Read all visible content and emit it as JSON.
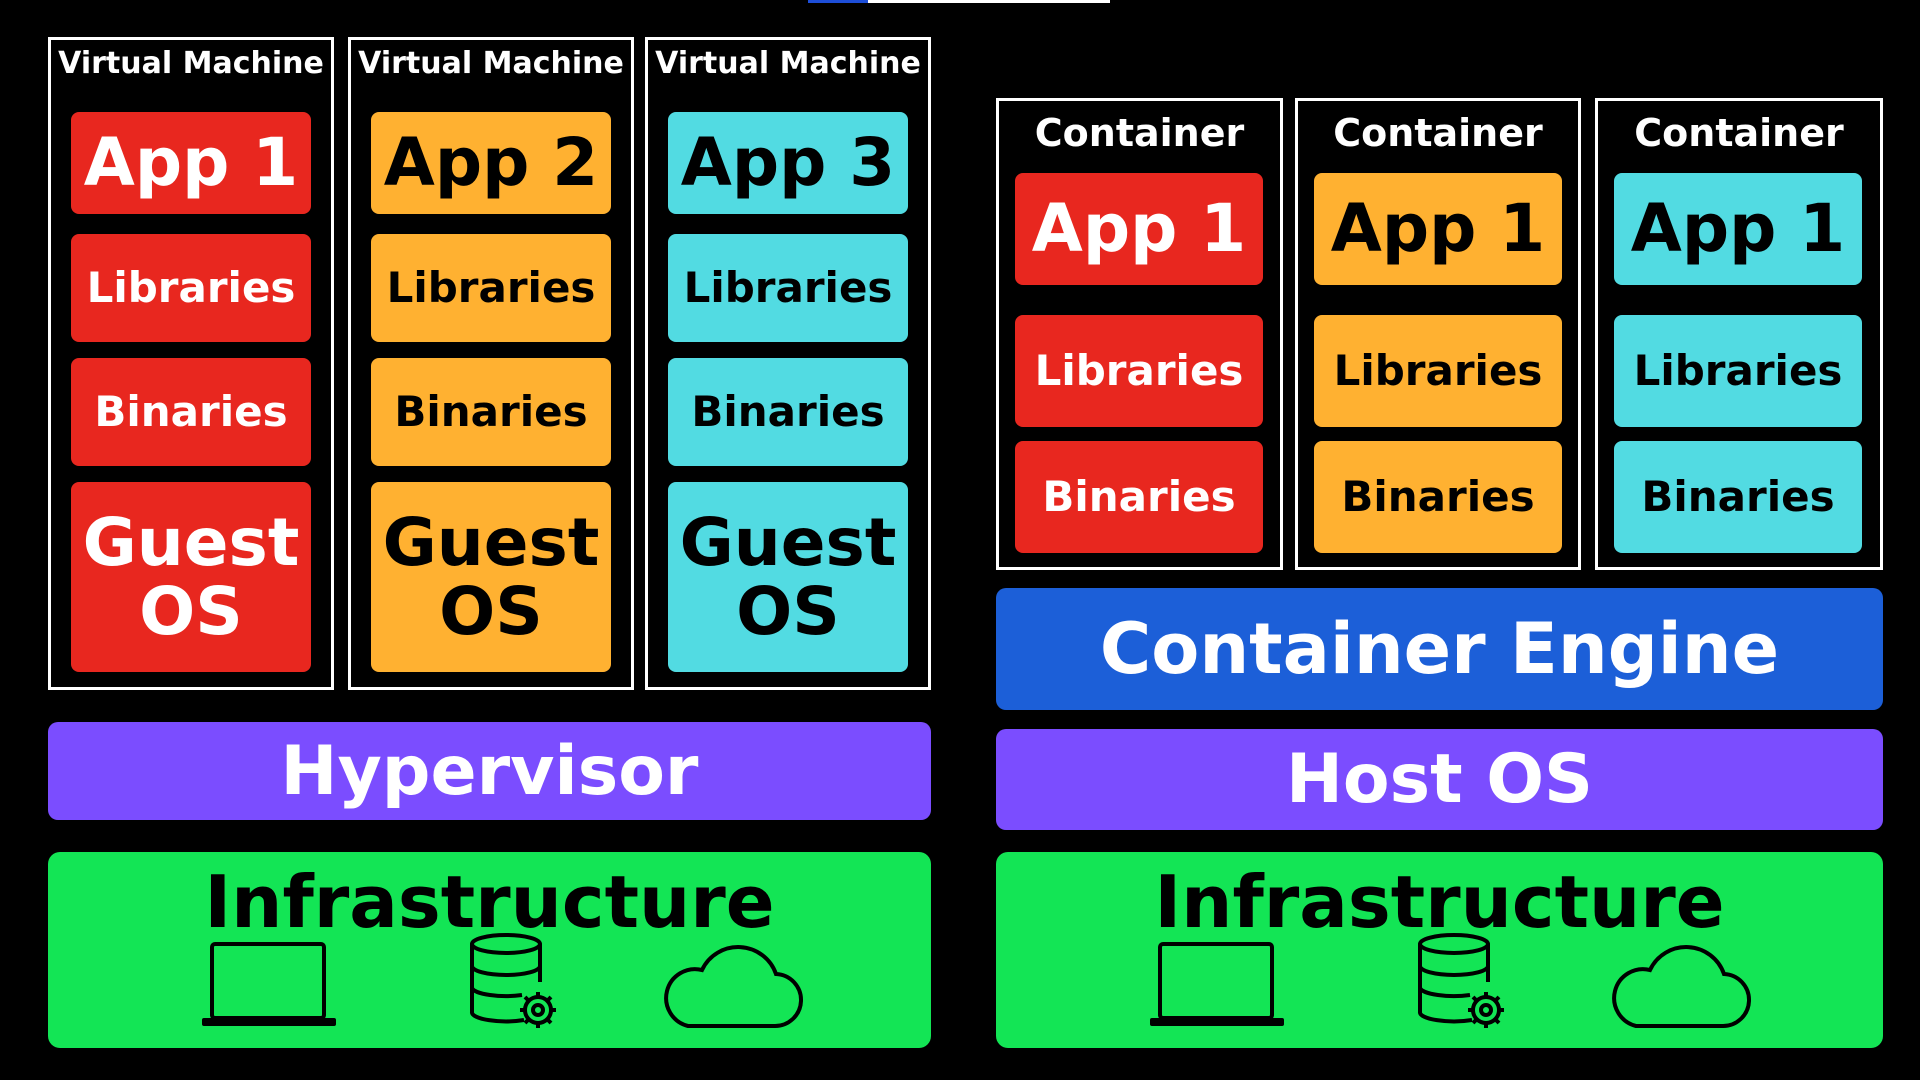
{
  "left": {
    "vms": [
      {
        "title": "Virtual Machine",
        "app": "App 1",
        "libraries": "Libraries",
        "binaries": "Binaries",
        "os_line1": "Guest",
        "os_line2": "OS",
        "color": "#e8271f"
      },
      {
        "title": "Virtual Machine",
        "app": "App 2",
        "libraries": "Libraries",
        "binaries": "Binaries",
        "os_line1": "Guest",
        "os_line2": "OS",
        "color": "#ffb131"
      },
      {
        "title": "Virtual Machine",
        "app": "App 3",
        "libraries": "Libraries",
        "binaries": "Binaries",
        "os_line1": "Guest",
        "os_line2": "OS",
        "color": "#52dbe2"
      }
    ],
    "hypervisor": "Hypervisor",
    "infrastructure": "Infrastructure",
    "icons": [
      "laptop-icon",
      "database-gear-icon",
      "cloud-icon"
    ]
  },
  "right": {
    "containers": [
      {
        "title": "Container",
        "app": "App 1",
        "libraries": "Libraries",
        "binaries": "Binaries",
        "color": "#e8271f"
      },
      {
        "title": "Container",
        "app": "App 1",
        "libraries": "Libraries",
        "binaries": "Binaries",
        "color": "#ffb131"
      },
      {
        "title": "Container",
        "app": "App 1",
        "libraries": "Libraries",
        "binaries": "Binaries",
        "color": "#52dbe2"
      }
    ],
    "container_engine": "Container Engine",
    "host_os": "Host OS",
    "infrastructure": "Infrastructure",
    "icons": [
      "laptop-icon",
      "database-gear-icon",
      "cloud-icon"
    ]
  },
  "colors": {
    "background": "#000000",
    "hypervisor": "#7b4dff",
    "host_os": "#7b4dff",
    "container_engine": "#1c5fd8",
    "infrastructure": "#13e555"
  }
}
